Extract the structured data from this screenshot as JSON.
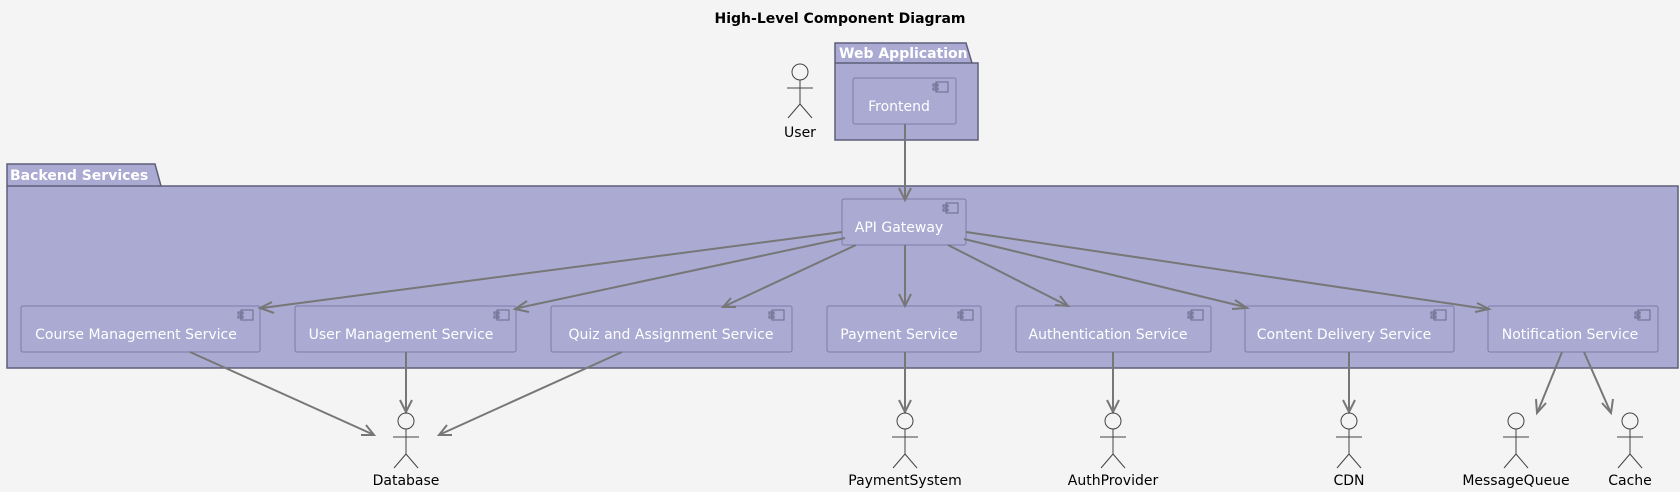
{
  "title": "High-Level Component Diagram",
  "packages": {
    "web": "Web Application",
    "backend": "Backend Services"
  },
  "components": {
    "frontend": "Frontend",
    "gateway": "API Gateway",
    "course": "Course Management Service",
    "user": "User Management Service",
    "quiz": "Quiz and Assignment Service",
    "payment": "Payment Service",
    "auth": "Authentication Service",
    "content": "Content Delivery Service",
    "notify": "Notification Service"
  },
  "actors": {
    "user": "User",
    "database": "Database",
    "paymentSystem": "PaymentSystem",
    "authProvider": "AuthProvider",
    "cdn": "CDN",
    "messageQueue": "MessageQueue",
    "cache": "Cache"
  },
  "colors": {
    "package_fill": "#aaaad3",
    "background": "#f4f4f4",
    "edge": "#777777"
  }
}
